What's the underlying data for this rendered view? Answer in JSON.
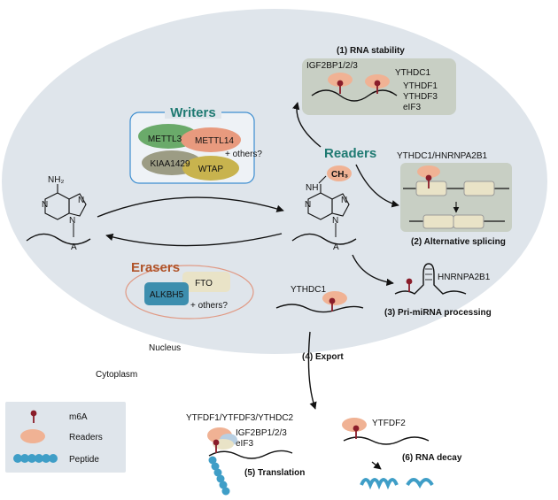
{
  "labels": {
    "writers": "Writers",
    "readers": "Readers",
    "erasers": "Erasers",
    "nucleus": "Nucleus",
    "cytoplasm": "Cytoplasm",
    "nh2": "NH₂",
    "nh": "NH",
    "ch3": "CH₃",
    "n": "N",
    "a_left": "A",
    "a_right": "A",
    "others_writers": "+ others?",
    "others_erasers": "+ others?"
  },
  "writers": [
    "METTL3",
    "METTL14",
    "KIAA1429",
    "WTAP"
  ],
  "erasers": [
    "ALKBH5",
    "FTO"
  ],
  "processes": {
    "rna_stability": {
      "title": "(1) RNA stability",
      "readers_a": "IGF2BP1/2/3",
      "readers_b": "YTHDC1",
      "readers_c": "YTHDF1",
      "readers_d": "YTHDF3",
      "readers_e": "eIF3"
    },
    "alt_splicing": {
      "title": "(2) Alternative splicing",
      "reader": "YTHDC1/HNRNPA2B1"
    },
    "pri_mirna": {
      "title": "(3) Pri-miRNA processing",
      "reader": "HNRNPA2B1"
    },
    "export": {
      "title": "(4) Export",
      "reader": "YTHDC1"
    },
    "translation": {
      "title": "(5) Translation",
      "reader_a": "YTFDF1/YTFDF3/YTHDC2",
      "reader_b": "IGF2BP1/2/3",
      "reader_c": "eIF3"
    },
    "decay": {
      "title": "(6) RNA decay",
      "reader": "YTFDF2"
    }
  },
  "legend": {
    "m6a": "m6A",
    "readers": "Readers",
    "peptide": "Peptide"
  },
  "colors": {
    "nucleus": "#dfe5eb",
    "teal": "#1f7a72",
    "brown": "#b0542a",
    "reader": "#f0b294",
    "mettl3": "#6aaa6a",
    "mettl14": "#e89a7e",
    "kiaa1429": "#9c9c84",
    "wtap": "#c8b34e",
    "alkbh5": "#3d8eae",
    "fto": "#e9e3c7",
    "box": "#c8cfc4",
    "peptide": "#3f9ec7",
    "m6a": "#8a1d2a"
  }
}
